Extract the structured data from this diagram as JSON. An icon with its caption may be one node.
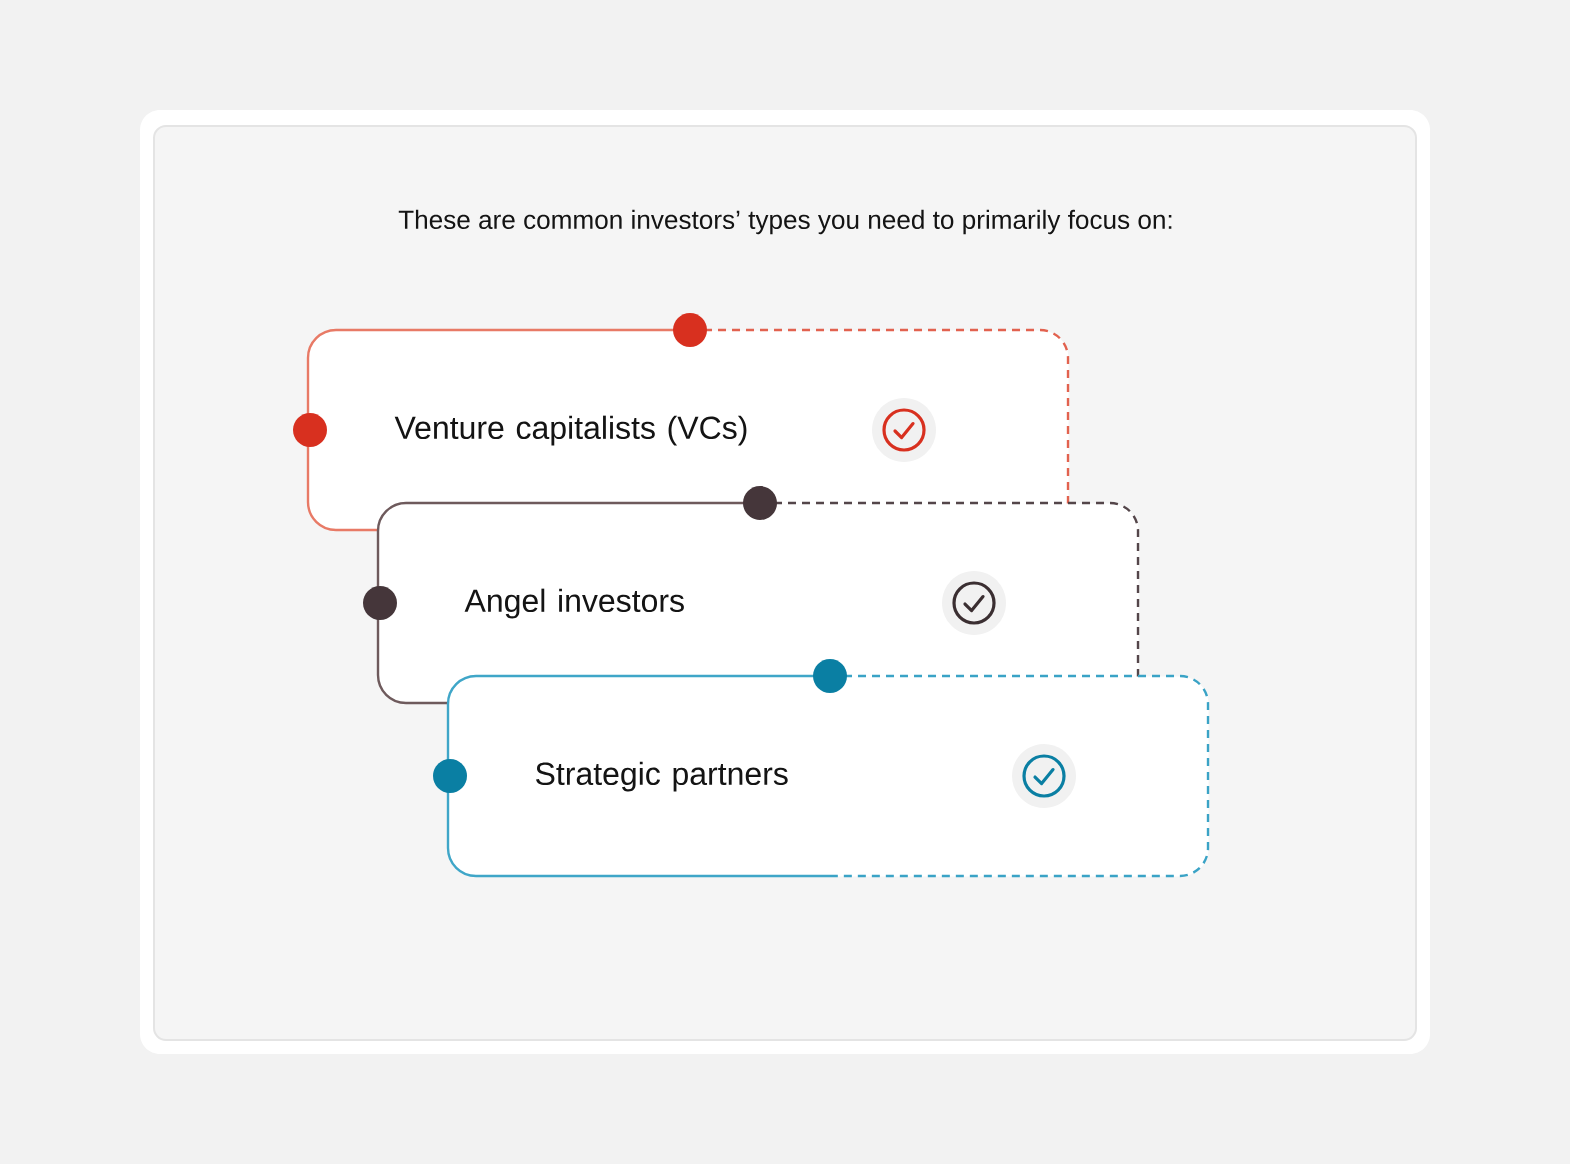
{
  "diagram": {
    "title": "These are common investors’ types you need to primarily focus on:",
    "nodes": [
      {
        "text": [
          "Venture capitalists (VCs)"
        ]
      },
      {
        "text": [
          "Angel investors"
        ]
      },
      {
        "text": [
          "Strategic partners"
        ]
      }
    ]
  }
}
